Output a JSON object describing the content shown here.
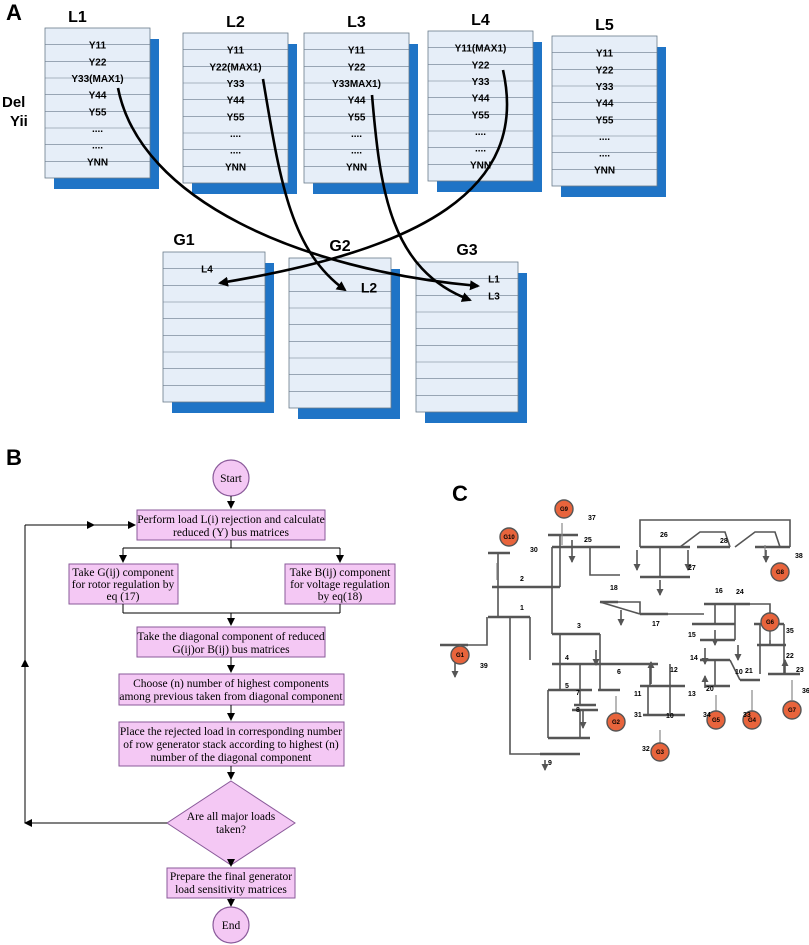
{
  "panels": {
    "a": "A",
    "b": "B",
    "c": "C"
  },
  "side_label": [
    "Del",
    "Yii"
  ],
  "load_stacks": [
    {
      "title": "L1",
      "rows": [
        "Y11",
        "Y22",
        "Y33(MAX1)",
        "Y44",
        "Y55",
        "....",
        "....",
        "YNN"
      ]
    },
    {
      "title": "L2",
      "rows": [
        "Y11",
        "Y22(MAX1)",
        "Y33",
        "Y44",
        "Y55",
        "....",
        "....",
        "YNN"
      ]
    },
    {
      "title": "L3",
      "rows": [
        "Y11",
        "Y22",
        "Y33MAX1)",
        "Y44",
        "Y55",
        "....",
        "....",
        "YNN"
      ]
    },
    {
      "title": "L4",
      "rows": [
        "Y11(MAX1)",
        "Y22",
        "Y33",
        "Y44",
        "Y55",
        "....",
        "....",
        "YNN"
      ]
    },
    {
      "title": "L5",
      "rows": [
        "Y11",
        "Y22",
        "Y33",
        "Y44",
        "Y55",
        "....",
        "....",
        "YNN"
      ]
    }
  ],
  "gen_stacks": [
    {
      "title": "G1",
      "entries": [
        "L4"
      ]
    },
    {
      "title": "G2",
      "entries": [
        "L2"
      ]
    },
    {
      "title": "G3",
      "entries": [
        "L1",
        "L3"
      ]
    }
  ],
  "flowchart": {
    "start": "Start",
    "step1": [
      "Perform load L(i) rejection and calculate",
      "reduced (Y) bus matrices"
    ],
    "left": [
      "Take G(ij) component",
      "for rotor regulation by",
      "eq (17)"
    ],
    "right": [
      "Take B(ij) component",
      "for voltage regulation",
      "by eq(18)"
    ],
    "step3": [
      "Take the diagonal component of reduced",
      "G(ij)or B(ij) bus matrices"
    ],
    "step4": [
      "Choose (n) number of highest components",
      "among previous taken from diagonal component"
    ],
    "step5": [
      "Place the rejected load in corresponding number",
      "of row generator stack according to highest (n)",
      "number of the diagonal component"
    ],
    "decision": [
      "Are all major loads",
      "taken?"
    ],
    "step6": [
      "Prepare the final generator",
      "load sensitivity matrices"
    ],
    "end": "End"
  },
  "grid": {
    "generators": [
      "G10",
      "G9",
      "G8",
      "G1",
      "G6",
      "G2",
      "G3",
      "G5",
      "G4",
      "G7"
    ],
    "bus_numbers": [
      "37",
      "30",
      "25",
      "26",
      "28",
      "38",
      "2",
      "27",
      "1",
      "18",
      "17",
      "24",
      "3",
      "16",
      "35",
      "15",
      "22",
      "4",
      "14",
      "21",
      "39",
      "5",
      "12",
      "10",
      "23",
      "6",
      "7",
      "11",
      "13",
      "20",
      "36",
      "31",
      "34",
      "33",
      "8",
      "10",
      "32",
      "9"
    ]
  },
  "colors": {
    "stack_fill": "#e6eef8",
    "stack_shadow": "#1f74c6",
    "box_fill": "#f4c8f4",
    "box_stroke": "#8a5a9a",
    "generator_fill": "#e8643c",
    "line_color": "#555555"
  }
}
